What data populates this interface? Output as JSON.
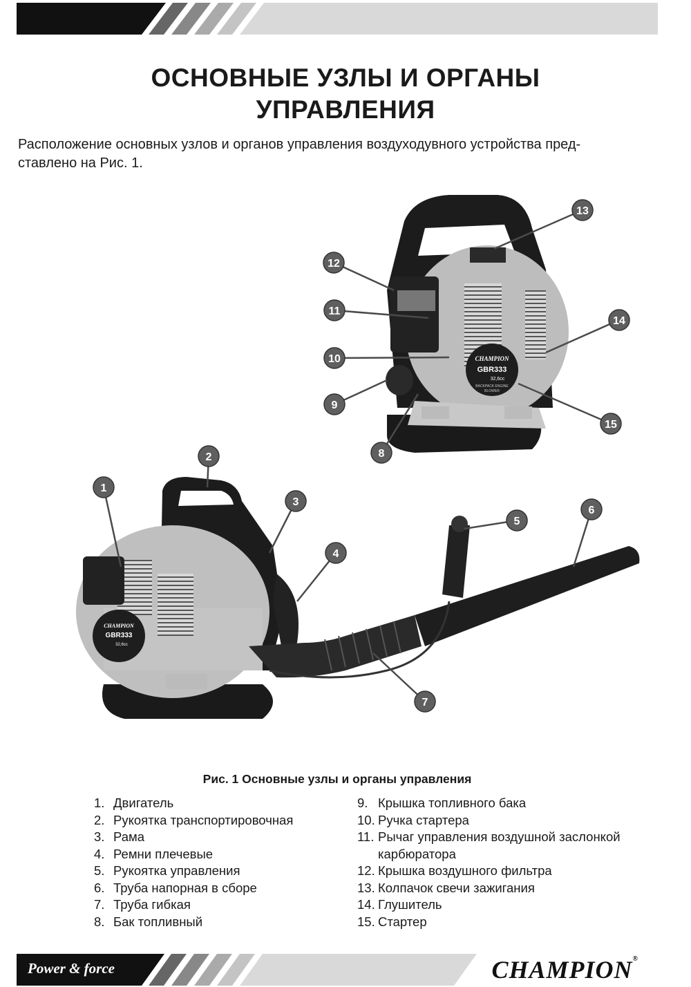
{
  "title": {
    "line1": "ОСНОВНЫЕ УЗЛЫ И ОРГАНЫ",
    "line2": "УПРАВЛЕНИЯ"
  },
  "intro": {
    "line1": "Расположение основных узлов и органов управления воздуходувного устройства пред-",
    "line2": "ставлено на Рис. 1."
  },
  "figure": {
    "caption": "Рис. 1 Основные узлы и органы управления",
    "label_lines": [
      "GBR333",
      "32,6cc",
      "BACKPACK ENGINE",
      "BLOWER"
    ],
    "logo_text": "CHAMPION",
    "callouts": [
      "1",
      "2",
      "3",
      "4",
      "5",
      "6",
      "7",
      "8",
      "9",
      "10",
      "11",
      "12",
      "13",
      "14",
      "15"
    ]
  },
  "legend": {
    "left": [
      {
        "num": "1.",
        "text": "Двигатель"
      },
      {
        "num": "2.",
        "text": "Рукоятка транспортировочная"
      },
      {
        "num": "3.",
        "text": "Рама"
      },
      {
        "num": "4.",
        "text": "Ремни плечевые"
      },
      {
        "num": "5.",
        "text": "Рукоятка управления"
      },
      {
        "num": "6.",
        "text": "Труба напорная в сборе"
      },
      {
        "num": "7.",
        "text": "Труба гибкая"
      },
      {
        "num": "8.",
        "text": "Бак топливный"
      }
    ],
    "right": [
      {
        "num": "9.",
        "text": "Крышка топливного бака"
      },
      {
        "num": "10.",
        "text": "Ручка стартера"
      },
      {
        "num": "11.",
        "text": "Рычаг управления воздушной заслонкой"
      },
      {
        "num": "",
        "text": "карбюратора"
      },
      {
        "num": "12.",
        "text": "Крышка воздушного фильтра"
      },
      {
        "num": "13.",
        "text": "Колпачок свечи зажигания"
      },
      {
        "num": "14.",
        "text": "Глушитель"
      },
      {
        "num": "15.",
        "text": "Стартер"
      }
    ]
  },
  "footer": {
    "slogan": "Power & force",
    "brand": "CHAMPION",
    "brand_mark": "®"
  },
  "colors": {
    "band_dark": "#111111",
    "band_light": "#d9d9d9",
    "callout_fill": "#5f5f5f"
  }
}
